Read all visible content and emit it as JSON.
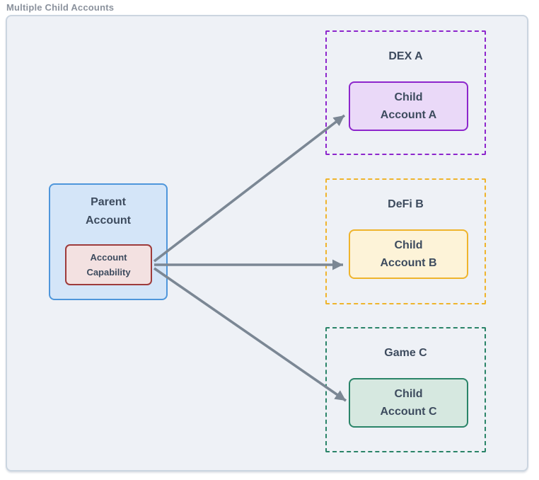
{
  "page": {
    "title": "Multiple Child Accounts"
  },
  "diagram": {
    "type": "flow-diagram",
    "parent": {
      "label": "Parent\nAccount",
      "fill": "#d4e5f8",
      "border": "#4e96db",
      "capability": {
        "label": "Account\nCapability",
        "fill": "#f3e1e1",
        "border": "#9e3b3b"
      }
    },
    "groups": [
      {
        "label": "DEX A",
        "child_label": "Child\nAccount A",
        "border": "#8d26cc",
        "child_fill": "#ead9f8",
        "border_style": "dashed"
      },
      {
        "label": "DeFi B",
        "child_label": "Child\nAccount B",
        "border": "#efb42c",
        "child_fill": "#fdf3d8",
        "border_style": "dashed"
      },
      {
        "label": "Game C",
        "child_label": "Child\nAccount C",
        "border": "#2a8468",
        "child_fill": "#d6e8e0",
        "border_style": "dashed"
      }
    ],
    "edges": [
      {
        "from": "Account Capability",
        "to": "Child Account A"
      },
      {
        "from": "Account Capability",
        "to": "Child Account B"
      },
      {
        "from": "Account Capability",
        "to": "Child Account C"
      }
    ],
    "colors": {
      "arrow": "#7b8794",
      "canvas_bg": "#eef1f6",
      "canvas_border": "#cbd5e0",
      "text": "#3d4b5e",
      "title_text": "#8b929d"
    }
  }
}
